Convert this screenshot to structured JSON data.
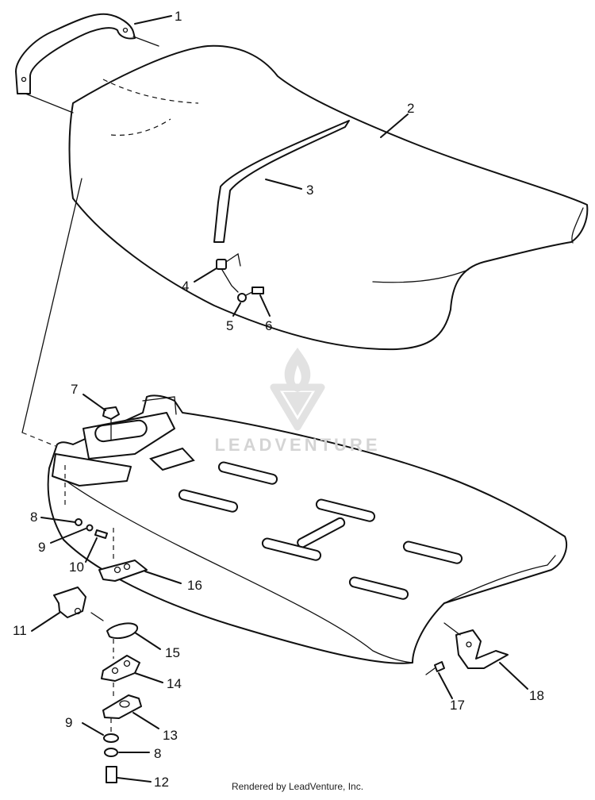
{
  "callouts": [
    {
      "id": "1",
      "label": "1"
    },
    {
      "id": "2",
      "label": "2"
    },
    {
      "id": "3",
      "label": "3"
    },
    {
      "id": "4",
      "label": "4"
    },
    {
      "id": "5",
      "label": "5"
    },
    {
      "id": "6",
      "label": "6"
    },
    {
      "id": "7",
      "label": "7"
    },
    {
      "id": "8a",
      "label": "8"
    },
    {
      "id": "9a",
      "label": "9"
    },
    {
      "id": "10",
      "label": "10"
    },
    {
      "id": "16",
      "label": "16"
    },
    {
      "id": "11",
      "label": "11"
    },
    {
      "id": "15",
      "label": "15"
    },
    {
      "id": "14",
      "label": "14"
    },
    {
      "id": "13",
      "label": "13"
    },
    {
      "id": "9b",
      "label": "9"
    },
    {
      "id": "8b",
      "label": "8"
    },
    {
      "id": "12",
      "label": "12"
    },
    {
      "id": "17",
      "label": "17"
    },
    {
      "id": "18",
      "label": "18"
    }
  ],
  "watermark": {
    "text": "LEADVENTURE",
    "icon": "leadventure-logo-icon",
    "color": "#d4d4d4"
  },
  "footer": {
    "text": "Rendered by LeadVenture, Inc."
  },
  "colors": {
    "line": "#111111",
    "background": "#ffffff"
  }
}
